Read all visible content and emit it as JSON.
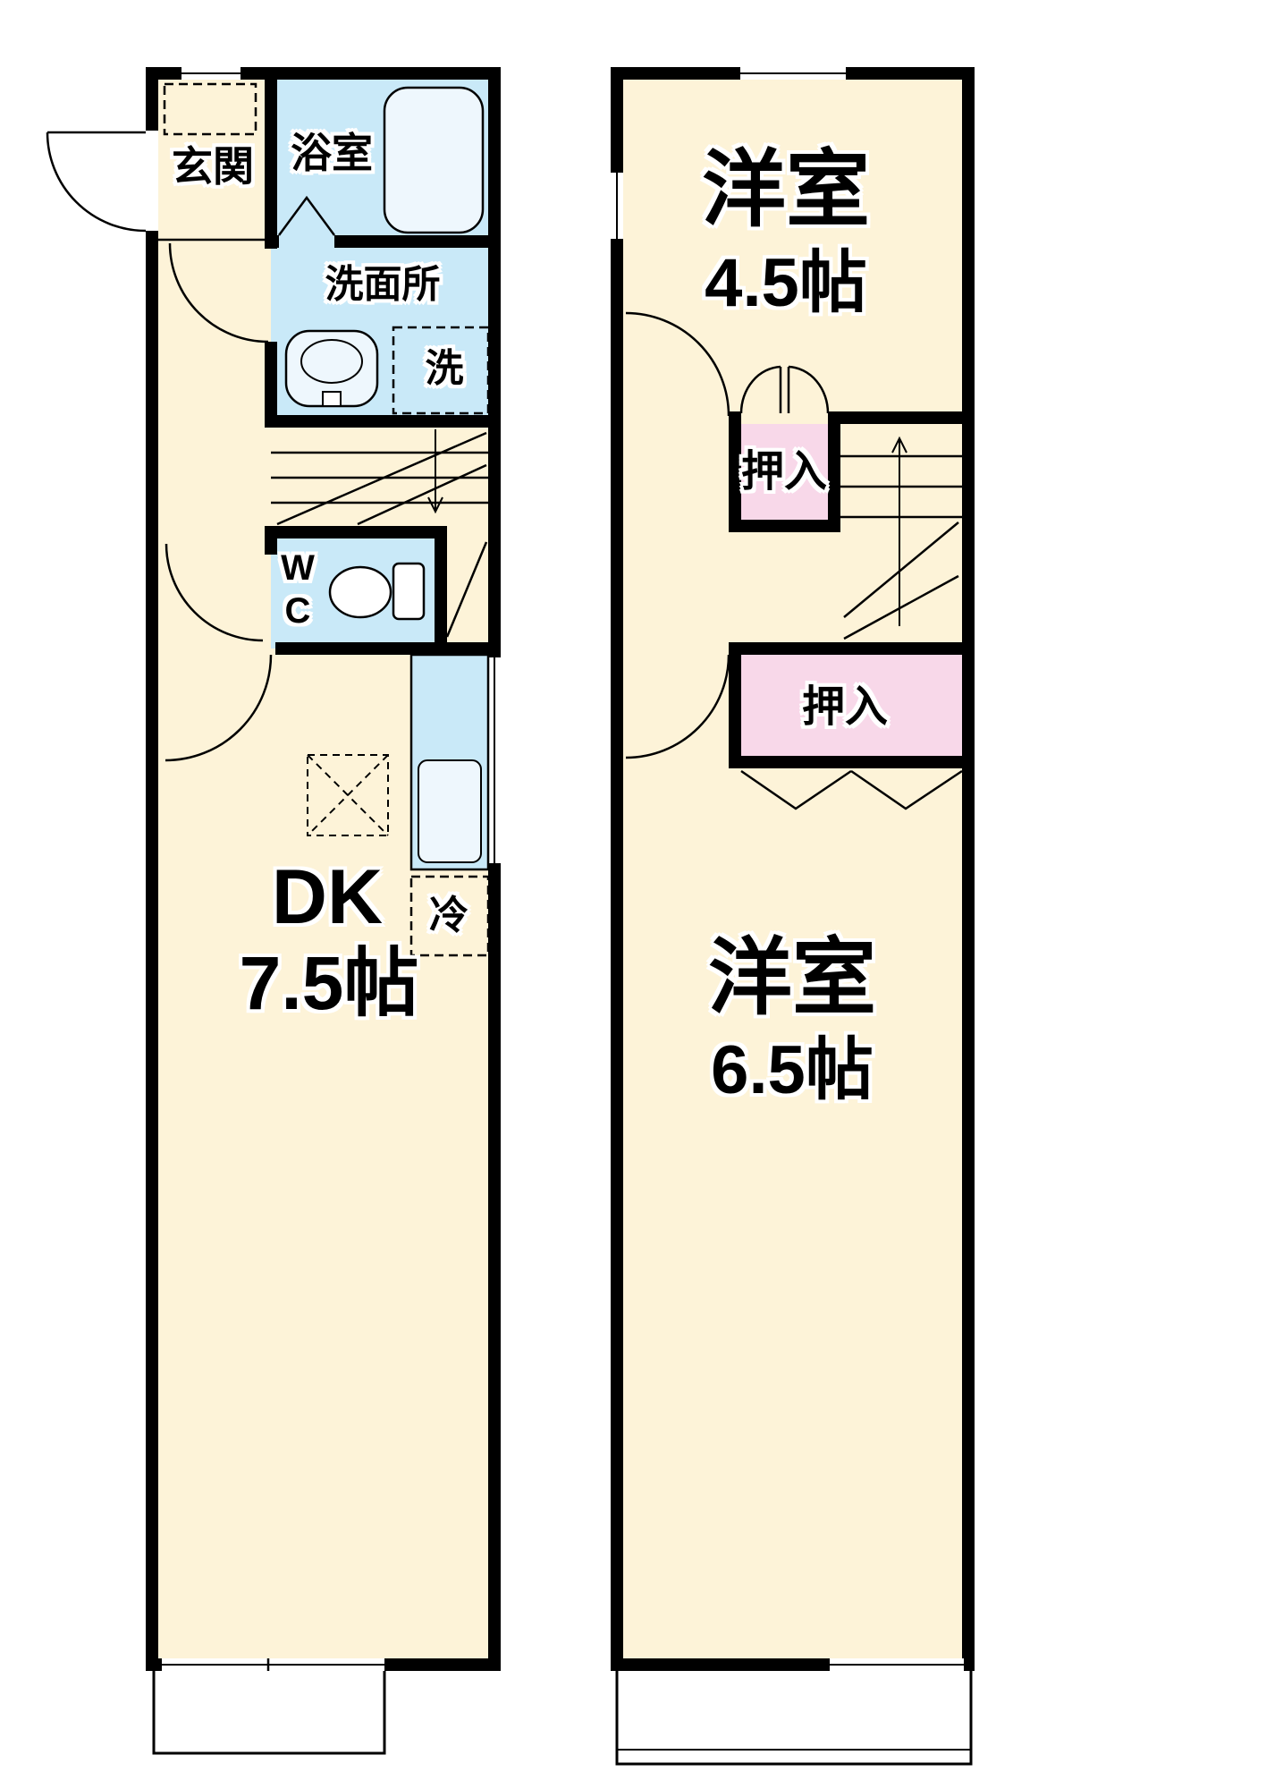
{
  "colors": {
    "wall": "#000000",
    "room": "#fdf3d8",
    "wet": "#c9e9f8",
    "closet": "#f8d8e9",
    "fixture": "#eef7fd"
  },
  "floor1": {
    "entrance_label": "玄関",
    "bath_label": "浴室",
    "washroom_label": "洗面所",
    "laundry_label": "洗",
    "wc_label": "WC",
    "dk_label": "DK",
    "dk_size": "7.5帖",
    "fridge_label": "冷"
  },
  "floor2": {
    "room1_label": "洋室",
    "room1_size": "4.5帖",
    "closet1_label": "押入",
    "closet2_label": "押入",
    "room2_label": "洋室",
    "room2_size": "6.5帖"
  }
}
